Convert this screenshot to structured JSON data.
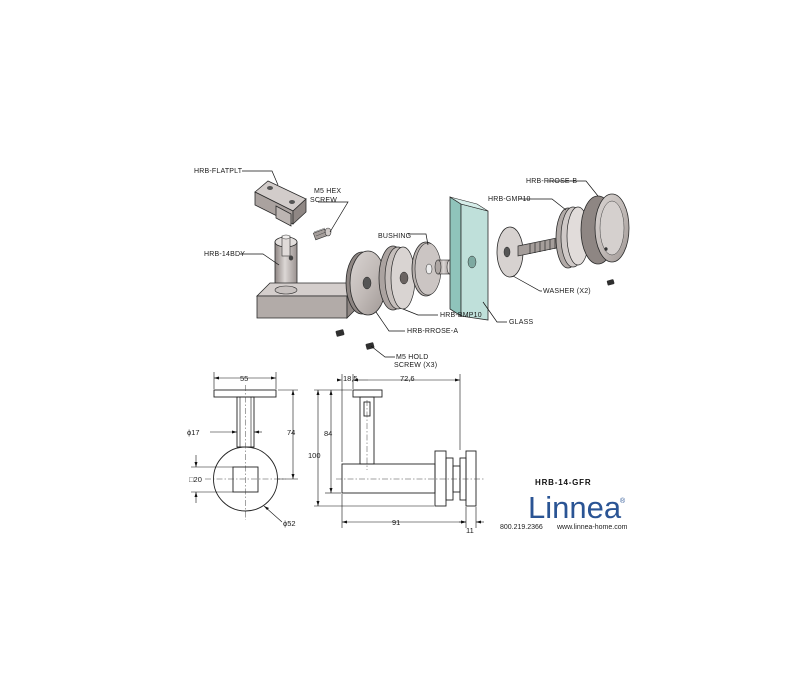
{
  "callouts": {
    "flatplt": "HRB-FLATPLT",
    "hex_screw_1": "M5 HEX",
    "hex_screw_2": "SCREW",
    "body": "HRB-14BDY",
    "bushing": "BUSHING",
    "gmp10": "HRB-GMP10",
    "rrose_b": "HRB-RROSE-B",
    "washer": "WASHER (X2)",
    "glass": "GLASS",
    "bmp10": "HRB-BMP10",
    "rrose_a": "HRB-RROSE-A",
    "hold_screw_1": "M5 HOLD",
    "hold_screw_2": "SCREW (X3)"
  },
  "dimensions": {
    "front": {
      "width": "55",
      "height": "74",
      "stem_dia": "ϕ17",
      "square": "□20",
      "rose_dia": "ϕ52"
    },
    "side": {
      "offset": "18,5",
      "top_width": "72,6",
      "height_total": "100",
      "height_inner": "84",
      "length": "91",
      "thickness": "11"
    }
  },
  "product": {
    "code": "HRB-14-GFR",
    "brand": "Linnea",
    "trademark": "®",
    "phone": "800.219.2366",
    "website": "www.linnea-home.com"
  },
  "colors": {
    "steel_light": "#dedad8",
    "steel_mid": "#b3aca9",
    "steel_dark": "#8b8380",
    "glass_face": "#bfe0da",
    "glass_edge": "#8fc4bb",
    "brand_blue": "#2a5494"
  }
}
